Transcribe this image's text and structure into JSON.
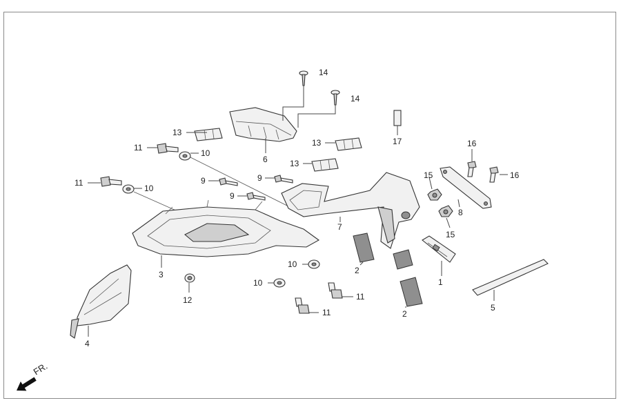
{
  "direction_label": "FR.",
  "callouts": {
    "c14a": "14",
    "c14b": "14",
    "c6": "6",
    "c17": "17",
    "c13a": "13",
    "c13b": "13",
    "c13c": "13",
    "c11a": "11",
    "c10a": "10",
    "c11b": "11",
    "c10b": "10",
    "c9a": "9",
    "c9b": "9",
    "c9c": "9",
    "c16a": "16",
    "c16b": "16",
    "c15a": "15",
    "c15b": "15",
    "c8": "8",
    "c7": "7",
    "c3": "3",
    "c2a": "2",
    "c2b": "2",
    "c10c": "10",
    "c10d": "10",
    "c12": "12",
    "c11c": "11",
    "c11d": "11",
    "c1": "1",
    "c5": "5",
    "c4": "4"
  }
}
